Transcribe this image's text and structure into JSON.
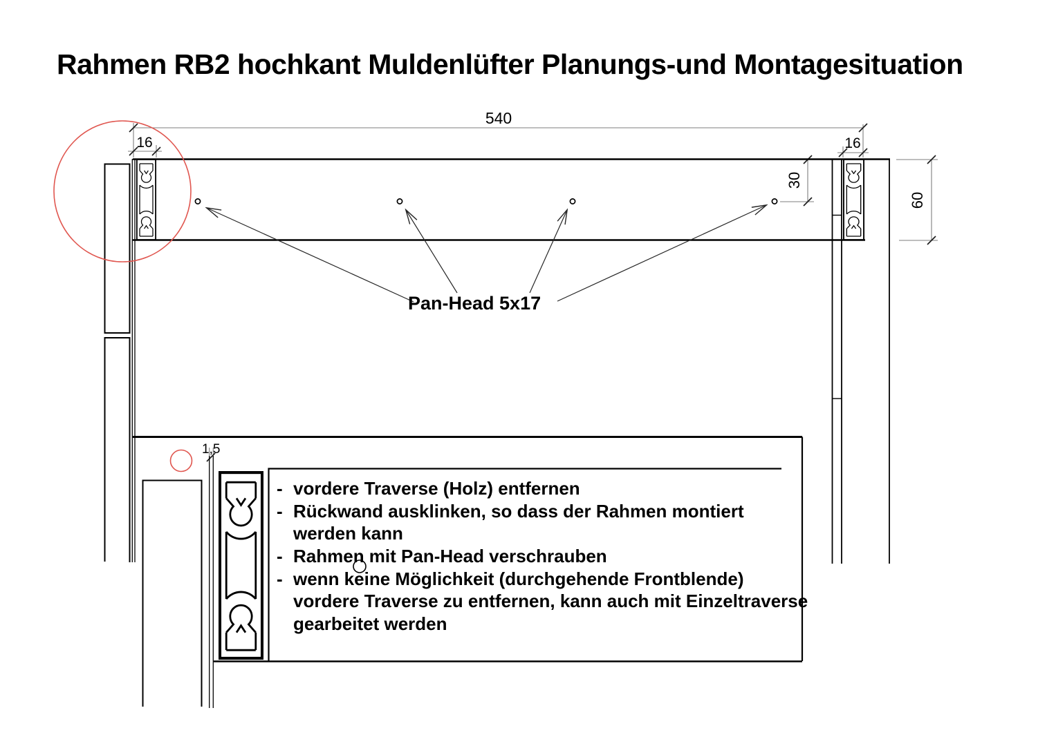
{
  "title": "Rahmen RB2 hochkant Muldenlüfter Planungs-und Montagesituation",
  "annotations": {
    "screw_label": "Pan-Head 5x17"
  },
  "dimensions": {
    "frame_width": "540",
    "bracket_width_left": "16",
    "bracket_width_right": "16",
    "hole_offset": "30",
    "frame_height": "60",
    "panel_gap": "1,5"
  },
  "notes": {
    "lines": [
      {
        "bullet": "-",
        "text": "vordere Traverse (Holz) entfernen"
      },
      {
        "bullet": "-",
        "text": "Rückwand ausklinken, so dass der Rahmen montiert"
      },
      {
        "bullet": "",
        "text": "werden kann"
      },
      {
        "bullet": "-",
        "text": "Rahmen mit Pan-Head verschrauben"
      },
      {
        "bullet": "-",
        "text": "wenn keine Möglichkeit (durchgehende Frontblende)"
      },
      {
        "bullet": "",
        "text": "vordere Traverse zu entfernen, kann auch mit Einzeltraverse"
      },
      {
        "bullet": "",
        "text": "gearbeitet werden"
      }
    ]
  },
  "colors": {
    "line": "#000000",
    "dimension": "#7d7d7d",
    "tick": "#1c1c1c",
    "highlight": "#e0564f"
  }
}
